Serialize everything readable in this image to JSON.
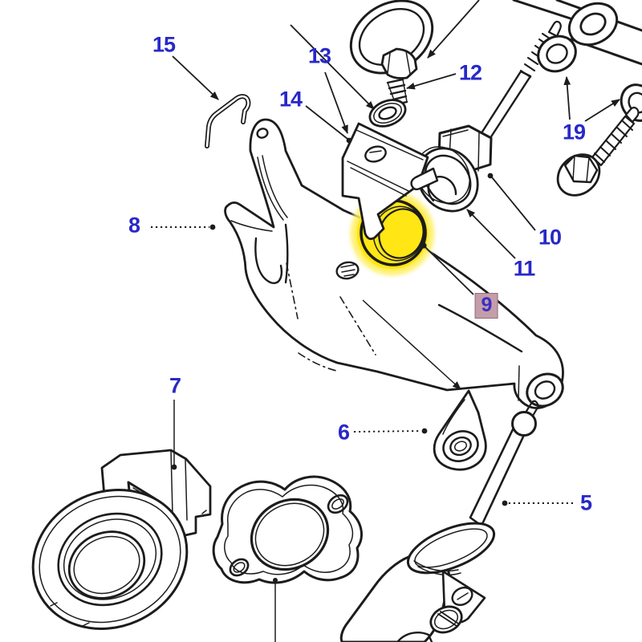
{
  "diagram": {
    "background_color": "#ffffff",
    "line_color": "#1c1c1c",
    "callout_color": "#2828c8",
    "highlighted_part": {
      "number": "9",
      "highlight_circle_color": "#ffe614",
      "label_background": "#c49da8",
      "label_border": "#8f6f79"
    },
    "callouts": [
      {
        "number": "15",
        "selected": false
      },
      {
        "number": "13",
        "selected": false
      },
      {
        "number": "12",
        "selected": false
      },
      {
        "number": "14",
        "selected": false
      },
      {
        "number": "19",
        "selected": false
      },
      {
        "number": "8",
        "selected": false
      },
      {
        "number": "10",
        "selected": false
      },
      {
        "number": "11",
        "selected": false
      },
      {
        "number": "9",
        "selected": true
      },
      {
        "number": "7",
        "selected": false
      },
      {
        "number": "6",
        "selected": false
      },
      {
        "number": "5",
        "selected": false
      }
    ]
  }
}
